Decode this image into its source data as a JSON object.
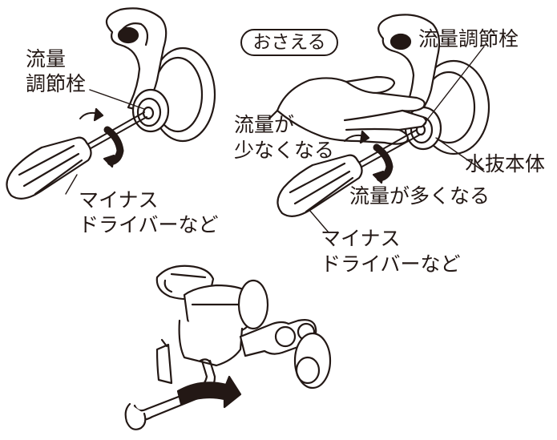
{
  "figure_tl": {
    "label_valve": "流量\n調節栓",
    "label_driver": "マイナス\nドライバーなど"
  },
  "figure_tr": {
    "pill": "おさえる",
    "label_valve": "流量調節栓",
    "label_less": "流量が\n少なくなる",
    "label_body": "水抜本体",
    "label_more": "流量が多くなる",
    "label_driver": "マイナス\nドライバーなど"
  },
  "colors": {
    "ink": "#231815",
    "paper": "#ffffff"
  }
}
